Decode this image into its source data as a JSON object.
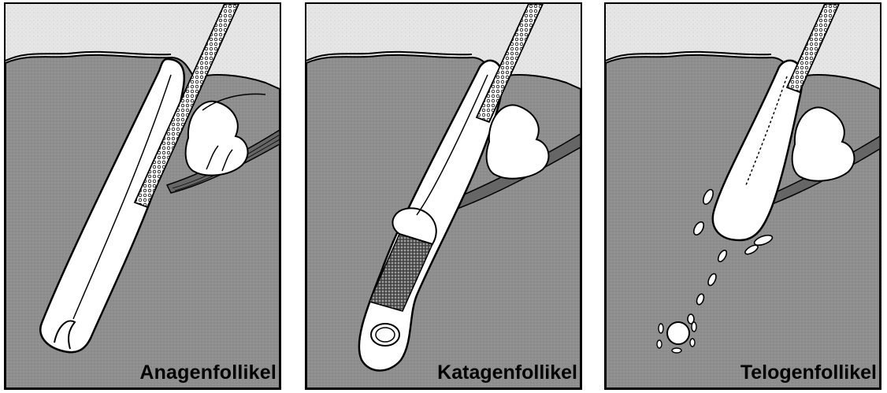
{
  "panels": [
    {
      "label": "Anagenfollikel"
    },
    {
      "label": "Katagenfollikel"
    },
    {
      "label": "Telogenfollikel"
    }
  ],
  "colors": {
    "epidermis": "#e6e6e6",
    "dermis": "#8f8f8f",
    "structure": "#ffffff",
    "outline": "#000000"
  }
}
